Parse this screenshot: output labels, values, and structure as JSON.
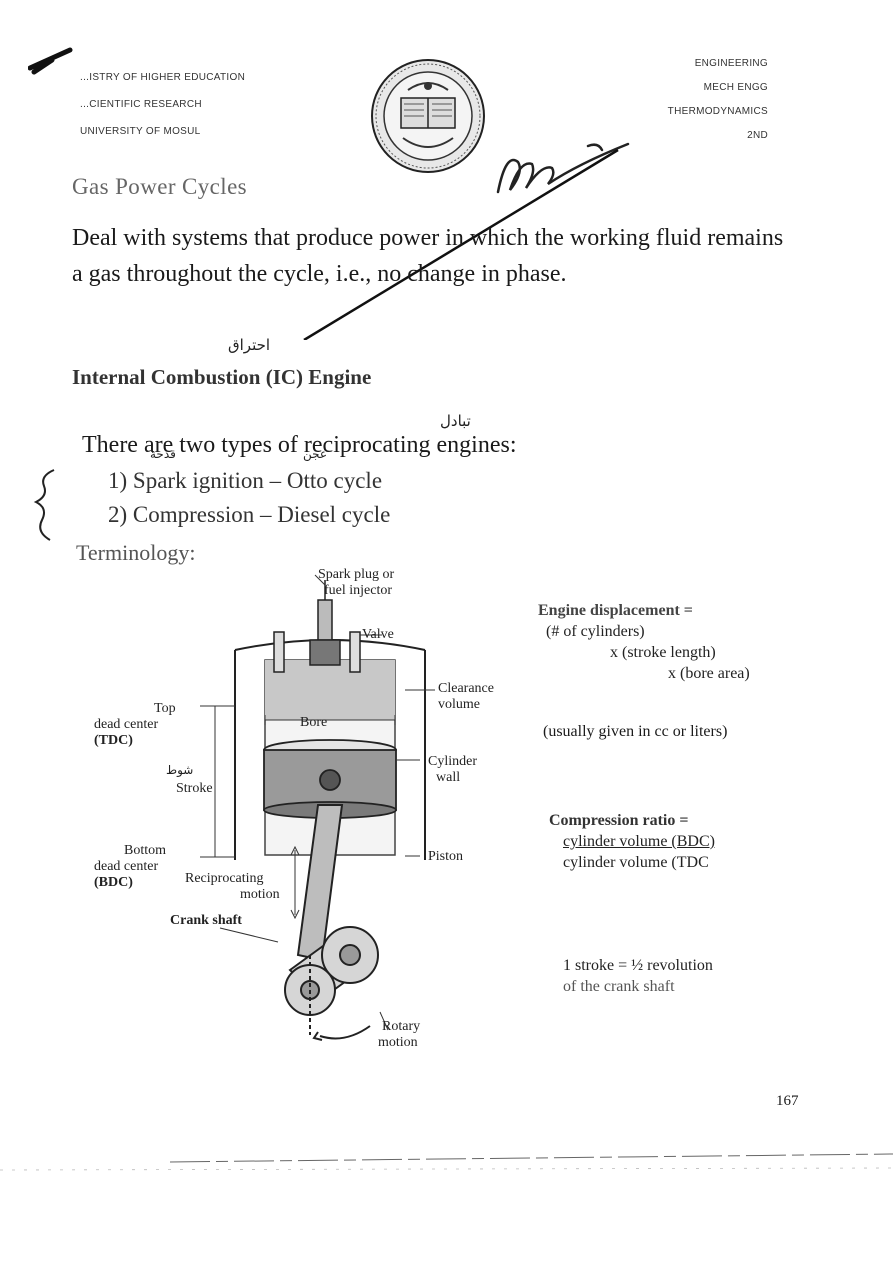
{
  "header": {
    "left": [
      "...ISTRY OF HIGHER EDUCATION",
      "...CIENTIFIC RESEARCH",
      "UNIVERSITY OF MOSUL"
    ],
    "right": [
      "ENGINEERING",
      "MECH ENGG",
      "THERMODYNAMICS",
      "2ND"
    ]
  },
  "icons": {
    "seal": "university-seal-icon",
    "signature": "handwritten-signature-icon",
    "brace": "handwritten-brace-icon"
  },
  "title": "Gas Power Cycles",
  "intro": "Deal with systems that produce power in which the working fluid remains a gas throughout the cycle, i.e., no change in phase.",
  "ic_heading": "Internal Combustion (IC) Engine",
  "types_intro": "There are two types of reciprocating engines:",
  "types": [
    "1) Spark ignition – Otto cycle",
    "2) Compression – Diesel cycle"
  ],
  "terminology": "Terminology:",
  "arabic_notes": [
    "احتراق",
    "تبادل",
    "قدحة",
    "عجن",
    "شوط"
  ],
  "diagram": {
    "spark_plug": [
      "Spark plug or",
      "fuel injector"
    ],
    "valve": "Valve",
    "clearance": [
      "Clearance",
      "volume"
    ],
    "bore": "Bore",
    "tdc": [
      "Top",
      "dead center",
      "(TDC)"
    ],
    "cylinder_wall": [
      "Cylinder",
      "wall"
    ],
    "stroke": "Stroke",
    "bdc": [
      "Bottom",
      "dead center",
      "(BDC)"
    ],
    "reciprocating": [
      "Reciprocating",
      "motion"
    ],
    "piston": "Piston",
    "crank_shaft": "Crank shaft",
    "rotary": [
      "Rotary",
      "motion"
    ]
  },
  "displacement": {
    "title": "Engine displacement =",
    "l1": "(# of cylinders)",
    "l2": "x (stroke length)",
    "l3": "x (bore area)"
  },
  "usually": "(usually given in cc or liters)",
  "compression": {
    "title": "Compression ratio =",
    "numerator": "cylinder volume (BDC)",
    "denominator": "cylinder volume (TDC"
  },
  "stroke_note": {
    "l1": "1 stroke = ½ revolution",
    "l2": "of the crank shaft"
  },
  "page_number": "167"
}
